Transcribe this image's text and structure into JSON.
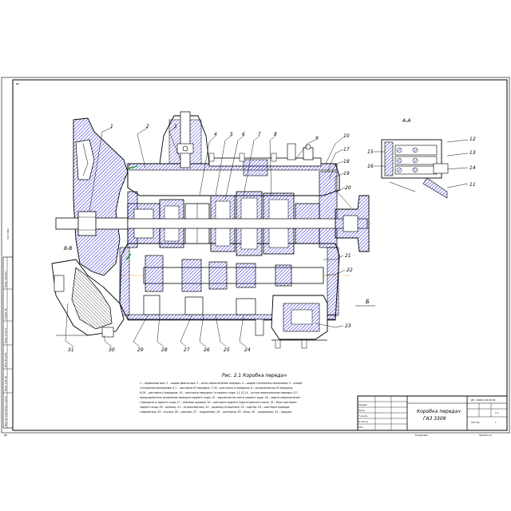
{
  "drawing": {
    "section_a_title": "А-А",
    "section_b_title": "Б",
    "section_v_title": "В-В",
    "left_margin_text": "ГАЗ 3309",
    "bottom_left_code": "ДП"
  },
  "part_labels": [
    "1",
    "2",
    "3",
    "4",
    "5",
    "6",
    "7",
    "8",
    "9",
    "10",
    "11",
    "12",
    "13",
    "14",
    "15",
    "16",
    "17",
    "18",
    "19",
    "20",
    "21",
    "22",
    "23",
    "24",
    "25",
    "26",
    "27",
    "28",
    "29",
    "30",
    "31"
  ],
  "caption": {
    "title": "Рис. 2.1 Коробка передач",
    "lines": [
      "1 – первичный вал; 2 – шарик фиксатора; 3 – шток переключения передач; 4 – шарик стопорения механизма; 5 – штифт",
      "стопорения механизма; 6,7 – шестерни III передачи; 7,30 – шестерня II передачи; 8 – синхронизатор III передачи;",
      "9,29 – шестерня II передачи; 10 – шестерня передачи I и заднего хода; 11,12,14 – штоки переключения передач; 13 –",
      "предохранитель включения передачи заднего хода; 15 – выключатель света заднего хода; 16 – муфта переключения",
      "I передачи и заднего хода; 17 – боковая крышка; 18 – шестерня заднего хода вторичного вала; 19 – блок шестерен",
      "заднего хода; 20 – фланец; 21 – вторичный вал; 22 – промежуточный вал; 23 – картер; 24 – шестерня привода",
      "спидометра; 25 – втулка; 26 – сальник; 27 – подшипник; 28 – шестерня; 29 – блок; 30 – подшипник; 31 – крышка"
    ]
  },
  "title_block": {
    "title_line1": "Коробка передач",
    "title_line2": "ГАЗ 3309",
    "doc_number": "ДП. 190601.00.00 СБ",
    "sheet_label": "Листов",
    "sheet_value": "1",
    "scale": "1:1",
    "role_developed": "Разраб.",
    "role_checked": "Пров.",
    "role_tcontrol": "Т.контр.",
    "role_ncontrol": "Н.контр.",
    "role_approved": "Утв.",
    "copied": "Копировал",
    "format": "Формат А1"
  },
  "stamp_left": {
    "items": [
      "Перв. примен.",
      "Справ. №",
      "Подп. и дата",
      "Инв. № дубл.",
      "Взам. инв. №",
      "Подп. и дата",
      "Инв. № подл."
    ]
  },
  "colors": {
    "ink": "#000000",
    "hatch": "#0000cc",
    "centerline": "#e8a000",
    "leader_green": "#008000",
    "shaft_fill": "#ffffff"
  }
}
